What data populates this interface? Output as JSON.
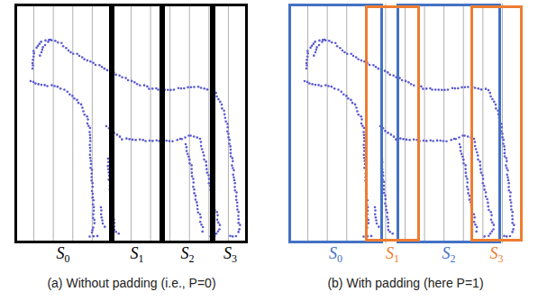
{
  "diagram": {
    "nodes": [
      {
        "text": [
          "S0"
        ]
      },
      {
        "text": [
          "S1"
        ]
      },
      {
        "text": [
          "S2"
        ]
      },
      {
        "text": [
          "S3"
        ]
      },
      {
        "text": [
          "S0"
        ]
      },
      {
        "text": [
          "S1"
        ]
      },
      {
        "text": [
          "S2"
        ]
      },
      {
        "text": [
          "S3"
        ]
      }
    ],
    "labels": [
      "(a) Without padding (i.e., P=0)",
      "(b) With padding (here P=1)"
    ]
  }
}
